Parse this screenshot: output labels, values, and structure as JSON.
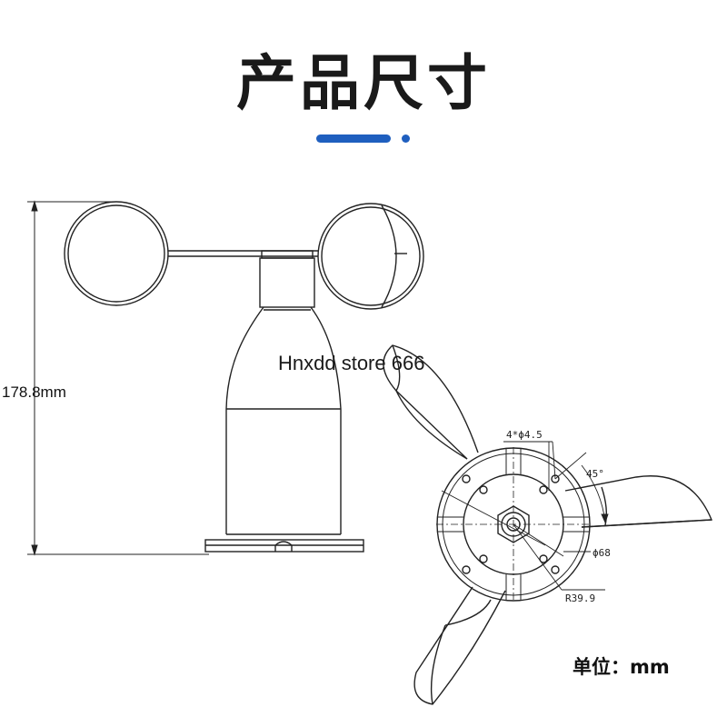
{
  "header": {
    "title": "产品尺寸",
    "accent_color": "#1f5fbf"
  },
  "side_view": {
    "height_label": "178.8mm"
  },
  "watermark": "Hnxdd store 666",
  "bottom_view": {
    "hole_label": "4*ϕ4.5",
    "angle_label": "45°",
    "diameter_label": "ϕ68",
    "radius_label": "R39.9"
  },
  "units": {
    "label": "单位：mm"
  }
}
